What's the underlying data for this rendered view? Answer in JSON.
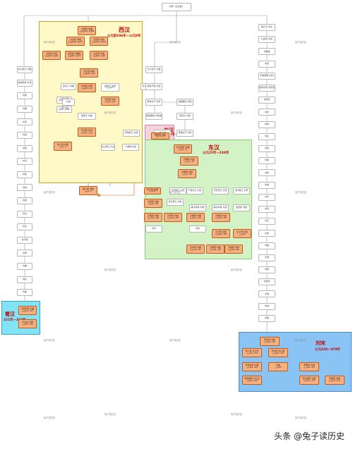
{
  "root": {
    "label": "刘邦（汉太祖）"
  },
  "regions": {
    "xihan": {
      "title": "西汉",
      "sub": "公元前206年—公元8年",
      "color": "#fff9c7",
      "border": "#c9a227",
      "titleColor": "#c00000"
    },
    "xinhan": {
      "title": "玄汉",
      "sub": "公元23年—25年",
      "color": "#f6d3dc",
      "border": "#d9869a",
      "titleColor": "#c00000"
    },
    "donghan": {
      "title": "东汉",
      "sub": "公元25年—220年",
      "color": "#d3f3c7",
      "border": "#8cc97a",
      "titleColor": "#c00000"
    },
    "shuhan": {
      "title": "蜀汉",
      "sub": "221年—263年",
      "color": "#80e4f6",
      "border": "#3aa6c0",
      "titleColor": "#c00000"
    },
    "liusong": {
      "title": "刘宋",
      "sub": "公元420—479年",
      "color": "#89c4f4",
      "border": "#4a88c8",
      "titleColor": "#c00000"
    }
  },
  "xihan_nodes": [
    {
      "label": "汉惠帝 刘盈",
      "sub": "公元前195—前188"
    },
    {
      "label": "汉文帝 刘恒",
      "sub": "公元前180—前157"
    },
    {
      "label": "汉景帝 刘启",
      "sub": "公元前157—前141"
    },
    {
      "label": "汉武帝 刘彻",
      "sub": "公元前141—前87"
    },
    {
      "label": "汉昭帝 刘弗陵",
      "sub": "公元前87—前74"
    },
    {
      "label": "汉宣帝 刘询",
      "sub": "公元前74—前48"
    },
    {
      "label": "汉元帝 刘奭",
      "sub": "公元前48—前33"
    },
    {
      "label": "汉成帝 刘骜",
      "sub": "公元前33—前7"
    },
    {
      "label": "汉哀帝 刘欣",
      "sub": "公元前7—前1"
    },
    {
      "label": "汉平帝 刘衎",
      "sub": "公元前1—公元5"
    },
    {
      "label": "孺子婴 刘婴",
      "sub": "公元6—8"
    },
    {
      "label": "昌邑王 刘贺",
      "sub": "公元前74"
    },
    {
      "label": "少帝 刘恭",
      "sub": "前188—前184"
    },
    {
      "label": "少帝 刘弘",
      "sub": "前184—前180"
    },
    {
      "label": "戾太子 刘据",
      "sub": ""
    },
    {
      "label": "刘进",
      "sub": ""
    },
    {
      "label": "定陶恭王 刘康",
      "sub": ""
    },
    {
      "label": "中山孝王 刘兴",
      "sub": ""
    },
    {
      "label": "广戚侯 刘显",
      "sub": ""
    },
    {
      "label": "楚孝王 刘嚣",
      "sub": ""
    },
    {
      "label": "长沙定王 刘发",
      "sub": ""
    },
    {
      "label": "中山靖王 刘胜",
      "sub": ""
    }
  ],
  "left_column": [
    {
      "label": "中山靖王 刘胜"
    },
    {
      "label": "陆城亭侯 刘贞"
    },
    {
      "label": "刘昂"
    },
    {
      "label": "刘禄"
    },
    {
      "label": "刘恋"
    },
    {
      "label": "刘英"
    },
    {
      "label": "刘建"
    },
    {
      "label": "刘哀"
    },
    {
      "label": "刘宪"
    },
    {
      "label": "刘舒"
    },
    {
      "label": "刘谊"
    },
    {
      "label": "刘必"
    },
    {
      "label": "刘达"
    },
    {
      "label": "刘不疑"
    },
    {
      "label": "刘惠"
    },
    {
      "label": "刘雄"
    },
    {
      "label": "刘弘"
    },
    {
      "label": "刘备"
    }
  ],
  "xinhan_node": {
    "label": "更始帝 刘玄",
    "sub": "公元23—25"
  },
  "donghan_nodes": [
    {
      "label": "汉光武帝 刘秀",
      "sub": "公元25—57"
    },
    {
      "label": "汉明帝 刘庄",
      "sub": "公元57—75"
    },
    {
      "label": "汉章帝 刘炟",
      "sub": "公元75—88"
    },
    {
      "label": "汉和帝 刘肇",
      "sub": "公元88—105"
    },
    {
      "label": "汉殇帝 刘隆",
      "sub": "公元105—106"
    },
    {
      "label": "汉安帝 刘祜",
      "sub": "公元106—125"
    },
    {
      "label": "汉顺帝 刘保",
      "sub": "公元125—144"
    },
    {
      "label": "汉冲帝 刘炳",
      "sub": "公元144—145"
    },
    {
      "label": "汉质帝 刘缵",
      "sub": "公元145—146"
    },
    {
      "label": "汉桓帝 刘志",
      "sub": "公元146—167"
    },
    {
      "label": "汉灵帝 刘宏",
      "sub": "公元168—189"
    },
    {
      "label": "汉少帝 刘辩",
      "sub": "公元189"
    },
    {
      "label": "汉献帝 刘协",
      "sub": "公元189—220"
    },
    {
      "label": "北乡侯 刘懿",
      "sub": "公元125"
    },
    {
      "label": "清河孝王 刘庆",
      "sub": ""
    },
    {
      "label": "千乘贞王 刘伉",
      "sub": ""
    },
    {
      "label": "乐安夷王 刘宠",
      "sub": ""
    },
    {
      "label": "河间孝王 刘开",
      "sub": ""
    },
    {
      "label": "蠡吾侯 刘翼",
      "sub": ""
    },
    {
      "label": "解渎亭侯 刘淑",
      "sub": ""
    },
    {
      "label": "刘苌",
      "sub": ""
    },
    {
      "label": "济北惠王 刘寿",
      "sub": ""
    },
    {
      "label": "刘鸿",
      "sub": ""
    },
    {
      "label": "解渎亭侯 刘苌",
      "sub": ""
    }
  ],
  "middle_chain": [
    {
      "label": "长沙定王 刘发"
    },
    {
      "label": "舂陵节侯 刘买"
    },
    {
      "label": "郁林太守 刘外"
    },
    {
      "label": "钜鹿都尉 刘回"
    },
    {
      "label": "南顿令 刘钦"
    },
    {
      "label": "舂陵戴侯 刘熊渠"
    },
    {
      "label": "苍梧太守 刘利"
    },
    {
      "label": "刘子张"
    }
  ],
  "right_column": [
    {
      "label": "楚元王 刘交"
    },
    {
      "label": "红懿侯 刘富"
    },
    {
      "label": "刘辟强"
    },
    {
      "label": "刘德"
    },
    {
      "label": "阳城缪侯 刘向"
    },
    {
      "label": "阳城节侯 刘安民"
    },
    {
      "label": "刘庆忌"
    },
    {
      "label": "刘岑"
    },
    {
      "label": "刘恭"
    },
    {
      "label": "刘礼"
    },
    {
      "label": "刘武"
    },
    {
      "label": "刘承"
    },
    {
      "label": "刘彤"
    },
    {
      "label": "刘靖"
    },
    {
      "label": "刘光"
    },
    {
      "label": "刘英"
    },
    {
      "label": "刘正"
    },
    {
      "label": "刘安"
    },
    {
      "label": "刘恒"
    },
    {
      "label": "刘混"
    },
    {
      "label": "刘熙"
    },
    {
      "label": "刘旭孙"
    },
    {
      "label": "刘混"
    },
    {
      "label": "刘靖"
    },
    {
      "label": "刘翘"
    }
  ],
  "shuhan_nodes": [
    {
      "label": "汉昭烈帝 刘备",
      "sub": "公元221—223"
    },
    {
      "label": "汉后主 刘禅",
      "sub": "公元223—263"
    }
  ],
  "liusong_nodes": [
    {
      "label": "宋武帝 刘裕",
      "sub": "公元420—422"
    },
    {
      "label": "宋少帝 刘义符",
      "sub": "公元422—424"
    },
    {
      "label": "宋文帝 刘义隆",
      "sub": "公元424—453"
    },
    {
      "label": "宋孝武帝 刘骏",
      "sub": "公元453—464"
    },
    {
      "label": "宋前废帝 刘子业",
      "sub": "公元464—465"
    },
    {
      "label": "宋明帝 刘彧",
      "sub": "公元465—472"
    },
    {
      "label": "宋后废帝 刘昱",
      "sub": "公元472—477"
    },
    {
      "label": "宋顺帝 刘准",
      "sub": "公元477—479"
    },
    {
      "label": "刘劭",
      "sub": "公元453"
    }
  ],
  "watermark": "兔子说历史",
  "footer": "头条 @兔子读历史"
}
